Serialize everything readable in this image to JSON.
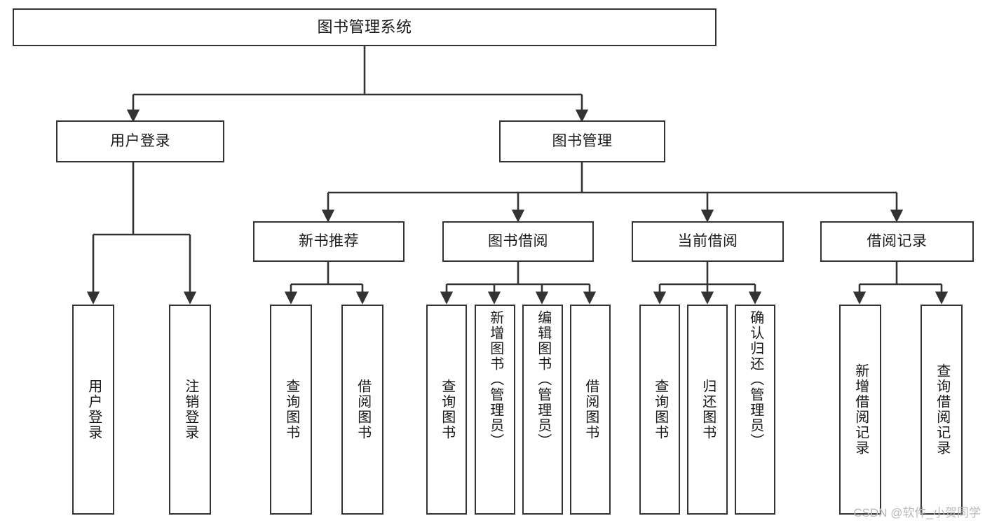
{
  "diagram": {
    "title": "图书管理系统",
    "type": "tree",
    "background_color": "#ffffff",
    "line_color": "#333333",
    "text_color": "#1a1a1a",
    "levels": {
      "root": {
        "label": "图书管理系统"
      },
      "level2": [
        {
          "label": "用户登录"
        },
        {
          "label": "图书管理"
        }
      ],
      "level3": [
        {
          "label": "新书推荐"
        },
        {
          "label": "图书借阅"
        },
        {
          "label": "当前借阅"
        },
        {
          "label": "借阅记录"
        }
      ],
      "leaves": [
        {
          "label": "用户登录",
          "parent": "用户登录"
        },
        {
          "label": "注销登录",
          "parent": "用户登录"
        },
        {
          "label": "查询图书",
          "parent": "新书推荐"
        },
        {
          "label": "借阅图书",
          "parent": "新书推荐"
        },
        {
          "label": "查询图书",
          "parent": "图书借阅"
        },
        {
          "label": "新增图书（管理员）",
          "parent": "图书借阅"
        },
        {
          "label": "编辑图书（管理员）",
          "parent": "图书借阅"
        },
        {
          "label": "借阅图书",
          "parent": "图书借阅"
        },
        {
          "label": "查询图书",
          "parent": "当前借阅"
        },
        {
          "label": "归还图书",
          "parent": "当前借阅"
        },
        {
          "label": "确认归还（管理员）",
          "parent": "当前借阅"
        },
        {
          "label": "新增借阅记录",
          "parent": "借阅记录"
        },
        {
          "label": "查询借阅记录",
          "parent": "借阅记录"
        }
      ]
    }
  },
  "watermark": {
    "text": "CSDN @软件_小贺同学"
  }
}
